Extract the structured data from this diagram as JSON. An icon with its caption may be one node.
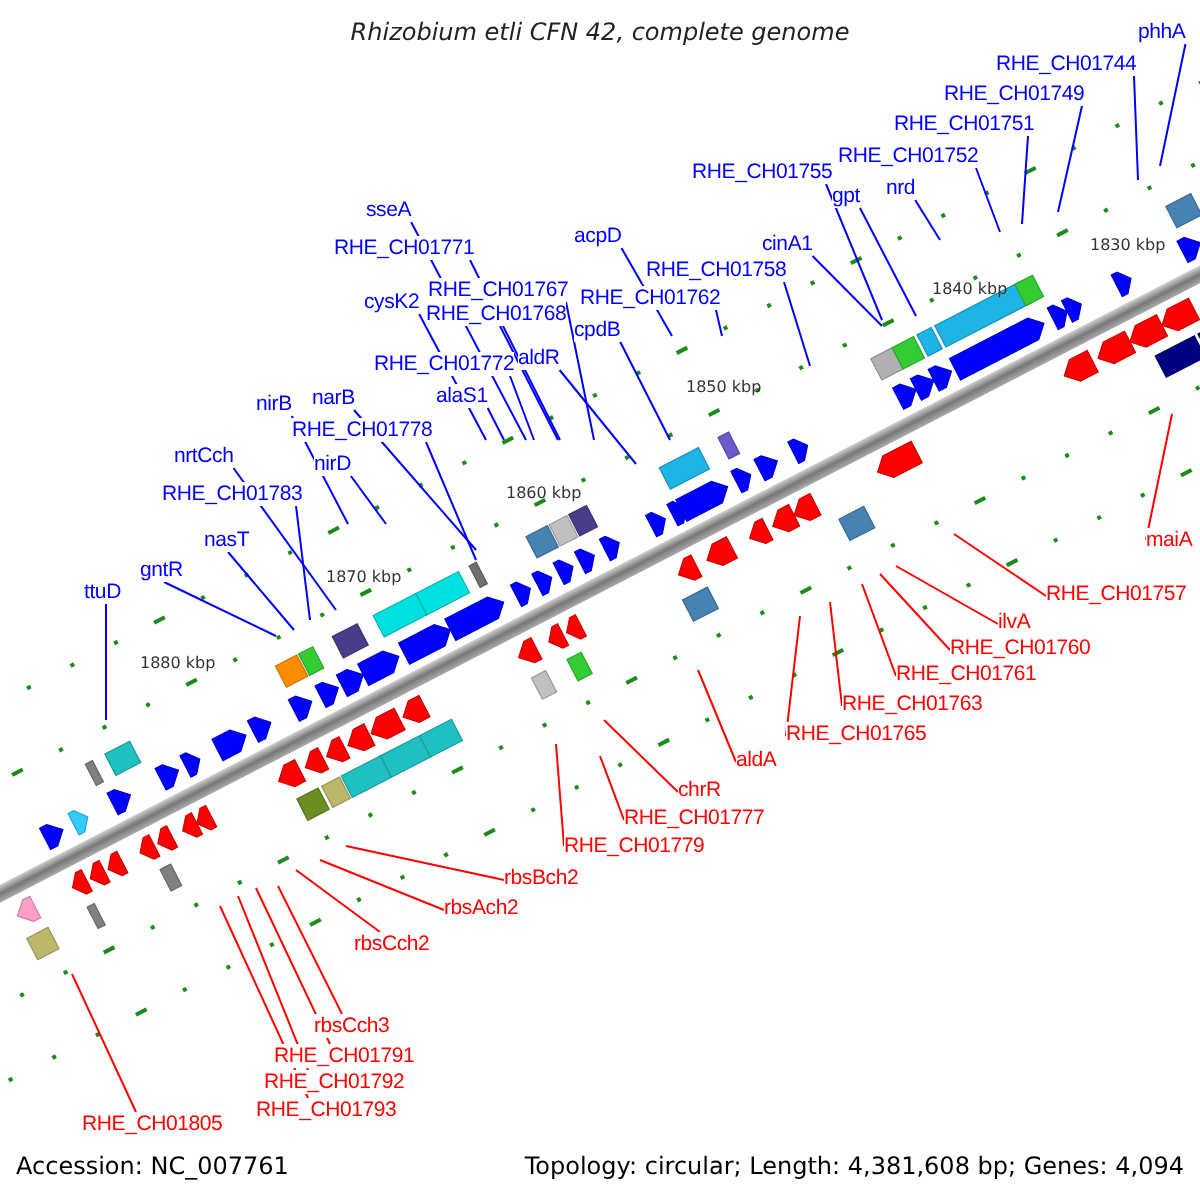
{
  "diagram": {
    "title": "Rhizobium etli CFN 42, complete genome",
    "nodes": [
      {
        "text": [
          "phhA"
        ]
      },
      {
        "text": [
          "RHE_CH01744"
        ]
      },
      {
        "text": [
          "RHE_CH01749"
        ]
      },
      {
        "text": [
          "RHE_CH01751"
        ]
      },
      {
        "text": [
          "RHE_CH01752"
        ]
      },
      {
        "text": [
          "RHE_CH01755"
        ]
      },
      {
        "text": [
          "gpt"
        ]
      },
      {
        "text": [
          "nrd"
        ]
      },
      {
        "text": [
          "cinA1"
        ]
      },
      {
        "text": [
          "RHE_CH01758"
        ]
      },
      {
        "text": [
          "acpD"
        ]
      },
      {
        "text": [
          "RHE_CH01762"
        ]
      },
      {
        "text": [
          "cpdB"
        ]
      },
      {
        "text": [
          "aldR"
        ]
      },
      {
        "text": [
          "sseA"
        ]
      },
      {
        "text": [
          "RHE_CH01771"
        ]
      },
      {
        "text": [
          "RHE_CH01767"
        ]
      },
      {
        "text": [
          "cysK2"
        ]
      },
      {
        "text": [
          "RHE_CH01768"
        ]
      },
      {
        "text": [
          "RHE_CH01772"
        ]
      },
      {
        "text": [
          "alaS1"
        ]
      },
      {
        "text": [
          "narB"
        ]
      },
      {
        "text": [
          "nirB"
        ]
      },
      {
        "text": [
          "RHE_CH01778"
        ]
      },
      {
        "text": [
          "nirD"
        ]
      },
      {
        "text": [
          "nrtCch"
        ]
      },
      {
        "text": [
          "RHE_CH01783"
        ]
      },
      {
        "text": [
          "nasT"
        ]
      },
      {
        "text": [
          "gntR"
        ]
      },
      {
        "text": [
          "ttuD"
        ]
      },
      {
        "text": [
          "maiA"
        ]
      },
      {
        "text": [
          "RHE_CH01757"
        ]
      },
      {
        "text": [
          "ilvA"
        ]
      },
      {
        "text": [
          "RHE_CH01760"
        ]
      },
      {
        "text": [
          "RHE_CH01761"
        ]
      },
      {
        "text": [
          "RHE_CH01763"
        ]
      },
      {
        "text": [
          "RHE_CH01765"
        ]
      },
      {
        "text": [
          "aldA"
        ]
      },
      {
        "text": [
          "chrR"
        ]
      },
      {
        "text": [
          "RHE_CH01777"
        ]
      },
      {
        "text": [
          "RHE_CH01779"
        ]
      },
      {
        "text": [
          "rbsBch2"
        ]
      },
      {
        "text": [
          "rbsAch2"
        ]
      },
      {
        "text": [
          "rbsCch2"
        ]
      },
      {
        "text": [
          "rbsCch3"
        ]
      },
      {
        "text": [
          "RHE_CH01791"
        ]
      },
      {
        "text": [
          "RHE_CH01792"
        ]
      },
      {
        "text": [
          "RHE_CH01793"
        ]
      },
      {
        "text": [
          "RHE_CH01805"
        ]
      }
    ],
    "edges": [
      {
        "from": 0,
        "to": null,
        "arrow": "none"
      },
      {
        "from": 1,
        "to": null,
        "arrow": "none"
      },
      {
        "from": 2,
        "to": null,
        "arrow": "none"
      },
      {
        "from": 3,
        "to": null,
        "arrow": "none"
      },
      {
        "from": 4,
        "to": null,
        "arrow": "none"
      },
      {
        "from": 5,
        "to": null,
        "arrow": "none"
      },
      {
        "from": 6,
        "to": null,
        "arrow": "none"
      },
      {
        "from": 7,
        "to": null,
        "arrow": "none"
      },
      {
        "from": 8,
        "to": null,
        "arrow": "none"
      },
      {
        "from": 9,
        "to": null,
        "arrow": "none"
      },
      {
        "from": 10,
        "to": null,
        "arrow": "none"
      },
      {
        "from": 11,
        "to": null,
        "arrow": "none"
      },
      {
        "from": 12,
        "to": null,
        "arrow": "none"
      },
      {
        "from": 13,
        "to": null,
        "arrow": "none"
      },
      {
        "from": 14,
        "to": null,
        "arrow": "none"
      },
      {
        "from": 15,
        "to": null,
        "arrow": "none"
      },
      {
        "from": 16,
        "to": null,
        "arrow": "none"
      },
      {
        "from": 17,
        "to": null,
        "arrow": "none"
      },
      {
        "from": 18,
        "to": null,
        "arrow": "none"
      },
      {
        "from": 19,
        "to": null,
        "arrow": "none"
      },
      {
        "from": 20,
        "to": null,
        "arrow": "none"
      },
      {
        "from": 21,
        "to": null,
        "arrow": "none"
      },
      {
        "from": 22,
        "to": null,
        "arrow": "none"
      },
      {
        "from": 23,
        "to": null,
        "arrow": "none"
      },
      {
        "from": 24,
        "to": null,
        "arrow": "none"
      },
      {
        "from": 25,
        "to": null,
        "arrow": "none"
      },
      {
        "from": 26,
        "to": null,
        "arrow": "none"
      },
      {
        "from": 27,
        "to": null,
        "arrow": "none"
      },
      {
        "from": 28,
        "to": null,
        "arrow": "none"
      },
      {
        "from": 29,
        "to": null,
        "arrow": "none"
      },
      {
        "from": 30,
        "to": null,
        "arrow": "none",
        "color": "#ff0000"
      },
      {
        "from": 31,
        "to": null,
        "arrow": "none",
        "color": "#ff0000"
      },
      {
        "from": 32,
        "to": null,
        "arrow": "none",
        "color": "#ff0000"
      },
      {
        "from": 33,
        "to": null,
        "arrow": "none",
        "color": "#ff0000"
      },
      {
        "from": 34,
        "to": null,
        "arrow": "none",
        "color": "#ff0000"
      },
      {
        "from": 35,
        "to": null,
        "arrow": "none",
        "color": "#ff0000"
      },
      {
        "from": 36,
        "to": null,
        "arrow": "none",
        "color": "#ff0000"
      },
      {
        "from": 37,
        "to": null,
        "arrow": "none",
        "color": "#ff0000"
      },
      {
        "from": 38,
        "to": null,
        "arrow": "none",
        "color": "#ff0000"
      },
      {
        "from": 39,
        "to": null,
        "arrow": "none",
        "color": "#ff0000"
      },
      {
        "from": 40,
        "to": null,
        "arrow": "none",
        "color": "#ff0000"
      },
      {
        "from": 41,
        "to": null,
        "arrow": "none",
        "color": "#ff0000"
      },
      {
        "from": 42,
        "to": null,
        "arrow": "none",
        "color": "#ff0000"
      },
      {
        "from": 43,
        "to": null,
        "arrow": "none",
        "color": "#ff0000"
      },
      {
        "from": 44,
        "to": null,
        "arrow": "none",
        "color": "#ff0000"
      },
      {
        "from": 45,
        "to": null,
        "arrow": "none",
        "color": "#ff0000"
      },
      {
        "from": 46,
        "to": null,
        "arrow": "none",
        "color": "#ff0000"
      },
      {
        "from": 47,
        "to": null,
        "arrow": "none",
        "color": "#ff0000"
      },
      {
        "from": 48,
        "to": null,
        "arrow": "none",
        "color": "#ff0000"
      }
    ],
    "labels": [
      "1830 kbp",
      "1840 kbp",
      "1850 kbp",
      "1860 kbp",
      "1870 kbp",
      "1880 kbp",
      "Accession: NC_007761",
      "Topology: circular; Length: 4,381,608 bp; Genes: 4,094"
    ]
  }
}
